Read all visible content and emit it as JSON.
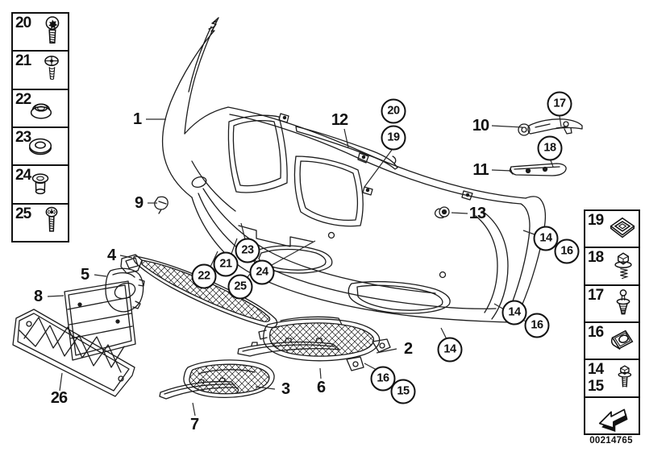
{
  "legend_left": {
    "items": [
      {
        "label": "20",
        "icon": "torx-pan-screw"
      },
      {
        "label": "21",
        "icon": "countersunk-screw"
      },
      {
        "label": "22",
        "icon": "plastic-grommet"
      },
      {
        "label": "23",
        "icon": "washer"
      },
      {
        "label": "24",
        "icon": "spacer-bushing"
      },
      {
        "label": "25",
        "icon": "pan-head-screw"
      }
    ]
  },
  "legend_right": {
    "items": [
      {
        "label": "19",
        "icon": "square-clip-nut"
      },
      {
        "label": "18",
        "icon": "hex-screw-spring-washer"
      },
      {
        "label": "17",
        "icon": "expansion-rivet"
      },
      {
        "label": "16",
        "icon": "sheet-metal-clip-nut"
      },
      {
        "label": "14",
        "label2": "15",
        "icon": "hex-flange-screw"
      },
      {
        "label": "",
        "icon": "front-direction-arrow"
      }
    ]
  },
  "callouts": {
    "plain": [
      {
        "label": "1"
      },
      {
        "label": "12"
      },
      {
        "label": "10"
      },
      {
        "label": "11"
      },
      {
        "label": "13"
      },
      {
        "label": "9"
      },
      {
        "label": "4"
      },
      {
        "label": "5"
      },
      {
        "label": "8"
      },
      {
        "label": "26"
      },
      {
        "label": "2"
      },
      {
        "label": "3"
      },
      {
        "label": "6"
      },
      {
        "label": "7"
      }
    ],
    "circled": [
      {
        "label": "20"
      },
      {
        "label": "19"
      },
      {
        "label": "17"
      },
      {
        "label": "18"
      },
      {
        "label": "23"
      },
      {
        "label": "21"
      },
      {
        "label": "22"
      },
      {
        "label": "24"
      },
      {
        "label": "25"
      },
      {
        "label": "14"
      },
      {
        "label": "16"
      },
      {
        "label": "14"
      },
      {
        "label": "16"
      },
      {
        "label": "14"
      },
      {
        "label": "16"
      },
      {
        "label": "15"
      }
    ]
  },
  "footer": {
    "image_number": "00214765"
  }
}
